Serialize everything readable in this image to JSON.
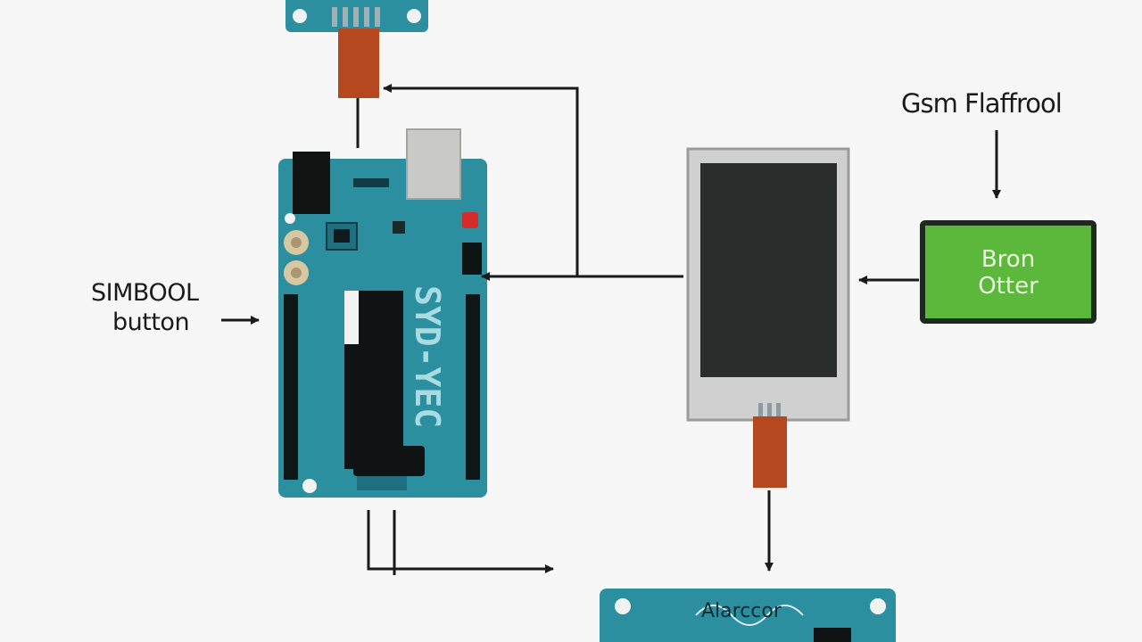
{
  "labels": {
    "top_right": "Gsm Flaffrool",
    "left_line1": "SIMBOOL",
    "left_line2": "button",
    "green_line1": "Bron",
    "green_line2": "Otter",
    "board_text": "SYD-YEC",
    "bottom_board_text": "Alarccor"
  },
  "colors": {
    "background": "#f6f7f6",
    "board_teal": "#2c8fa0",
    "connector_red": "#b5481f",
    "lcd_dark": "#2b2d2d",
    "green_panel": "#5cb83a",
    "line": "#1a1a1a"
  }
}
